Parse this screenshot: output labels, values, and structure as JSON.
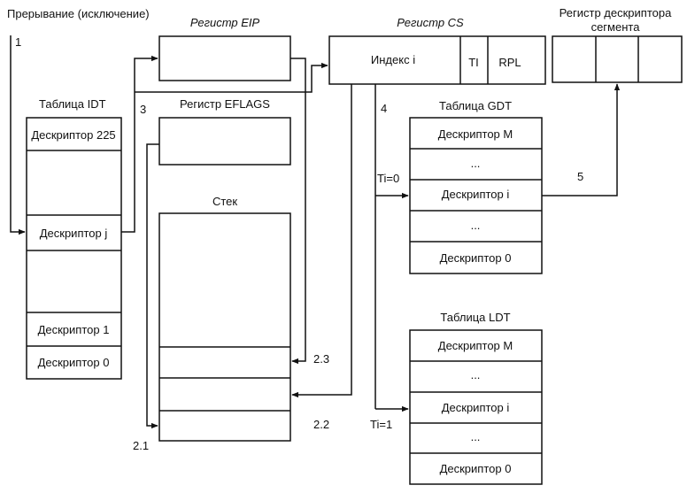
{
  "interrupt": {
    "title": "Прерывание (исключение)"
  },
  "idt": {
    "title": "Таблица IDT",
    "rows": [
      "Дескриптор 225",
      "",
      "Дескриптор j",
      "",
      "Дескриптор 1",
      "Дескриптор 0"
    ]
  },
  "eip": {
    "title": "Регистр EIP"
  },
  "eflags": {
    "title": "Регистр EFLAGS"
  },
  "stack": {
    "title": "Стек"
  },
  "cs": {
    "title": "Регистр CS",
    "index_label": "Индекс i",
    "ti_label": "TI",
    "rpl_label": "RPL"
  },
  "seg_desc_reg": {
    "title_line1": "Регистр дескриптора",
    "title_line2": "сегмента"
  },
  "gdt": {
    "title": "Таблица GDT",
    "rows": [
      "Дескриптор M",
      "...",
      "Дескриптор i",
      "...",
      "Дескриптор 0"
    ]
  },
  "ldt": {
    "title": "Таблица LDT",
    "rows": [
      "Дескриптор M",
      "...",
      "Дескриптор i",
      "...",
      "Дескриптор 0"
    ]
  },
  "steps": {
    "s1": "1",
    "s3": "3",
    "s4": "4",
    "s5": "5",
    "s21": "2.1",
    "s22": "2.2",
    "s23": "2.3"
  },
  "ti": {
    "zero": "Ti=0",
    "one": "Ti=1"
  }
}
